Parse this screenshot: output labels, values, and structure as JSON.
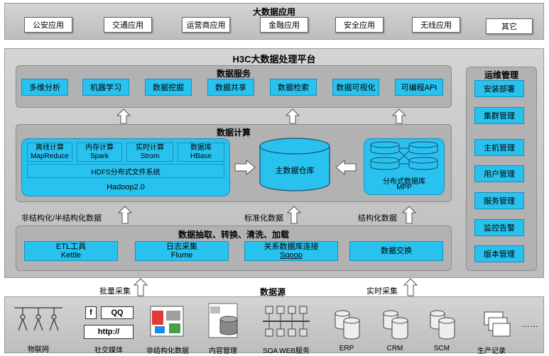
{
  "top": {
    "title": "大数据应用",
    "apps": [
      "公安应用",
      "交通应用",
      "运营商应用",
      "金融应用",
      "安全应用",
      "无线应用",
      "其它"
    ]
  },
  "platform": {
    "title": "H3C大数据处理平台",
    "data_service": {
      "title": "数据服务",
      "items": [
        "多维分析",
        "机器学习",
        "数据挖掘",
        "数据共享",
        "数据检索",
        "数据可视化",
        "可编程API"
      ]
    },
    "compute": {
      "title": "数据计算",
      "hadoop_cells": [
        {
          "cn": "离线计算",
          "en": "MapReduce"
        },
        {
          "cn": "内存计算",
          "en": "Spark"
        },
        {
          "cn": "实时计算",
          "en": "Strom"
        },
        {
          "cn": "数据库",
          "en": "HBase"
        }
      ],
      "hdfs": "HDFS分布式文件系统",
      "hadoop": "Hadoop2.0",
      "warehouse": "主数据仓库",
      "mpp_cn": "分布式数据库",
      "mpp_en": "MPP"
    },
    "flow_labels": {
      "unstructured": "非结构化/半结构化数据",
      "standardized": "标准化数据",
      "structured": "结构化数据"
    },
    "extraction": {
      "title": "数据抽取、转换、清洗、加载",
      "items": [
        {
          "line1": "ETL工具",
          "line2": "Kettle"
        },
        {
          "line1": "日志采集",
          "line2": "Flume"
        },
        {
          "line1": "关系数据库连接",
          "line2": "Sqoop"
        },
        {
          "line1": "数据交换",
          "line2": ""
        }
      ]
    },
    "ops": {
      "title": "运维管理",
      "items": [
        "安装部署",
        "集群管理",
        "主机管理",
        "用户管理",
        "服务管理",
        "监控告警",
        "版本管理"
      ]
    }
  },
  "sources": {
    "title": "数据源",
    "batch": "批量采集",
    "realtime": "实时采集",
    "social": {
      "f": "f",
      "qq": "QQ",
      "http": "http://"
    },
    "labels": [
      "物联网",
      "社交媒体",
      "非结构化数据",
      "内容管理",
      "SOA WEB服务",
      "ERP",
      "CRM",
      "SCM",
      "生产记录"
    ],
    "more": "……"
  },
  "colors": {
    "accent": "#29c2ef",
    "panel": "#c8c8c8",
    "inner": "#b2b2b2"
  }
}
